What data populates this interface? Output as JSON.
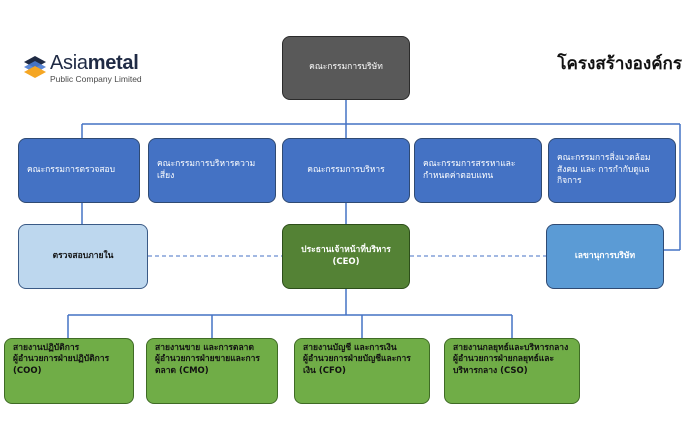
{
  "logo": {
    "name_part1": "Asia",
    "name_part2": "metal",
    "subtitle": "Public Company Limited",
    "colors": [
      "#f5a623",
      "#4a7bd1",
      "#1f2a44"
    ]
  },
  "title": "โครงสร้างองค์กร",
  "board": "คณะกรรมการบริษัท",
  "committees": {
    "audit": "คณะกรรมการตรวจสอบ",
    "risk": "คณะกรรมการบริหารความเสี่ยง",
    "executive": "คณะกรรมการบริหาร",
    "nomination": "คณะกรรมการสรรหาและกำหนดค่าตอบแทน",
    "esg": "คณะกรรมการสิ่งแวดล้อม สังคม และ การกำกับดูแลกิจการ"
  },
  "internal_audit": "ตรวจสอบภายใน",
  "ceo": {
    "line1": "ประธานเจ้าหน้าที่บริหาร",
    "line2": "(CEO)"
  },
  "company_secretary": "เลขานุการบริษัท",
  "executives": {
    "coo": {
      "line1": "สายงานปฏิบัติการ",
      "line2": "ผู้อำนวยการฝ่ายปฏิบัติการ (COO)"
    },
    "cmo": {
      "line1": "สายงานขาย และการตลาด",
      "line2": "ผู้อำนวยการฝ่ายขายและการตลาด (CMO)"
    },
    "cfo": {
      "line1": "สายงานบัญชี และการเงิน",
      "line2": "ผู้อำนวยการฝ่ายบัญชีและการเงิน (CFO)"
    },
    "cso": {
      "line1": "สายงานกลยุทธ์และบริหารกลาง",
      "line2": "ผู้อำนวยการฝ่ายกลยุทธ์และบริหารกลาง (CSO)"
    }
  }
}
